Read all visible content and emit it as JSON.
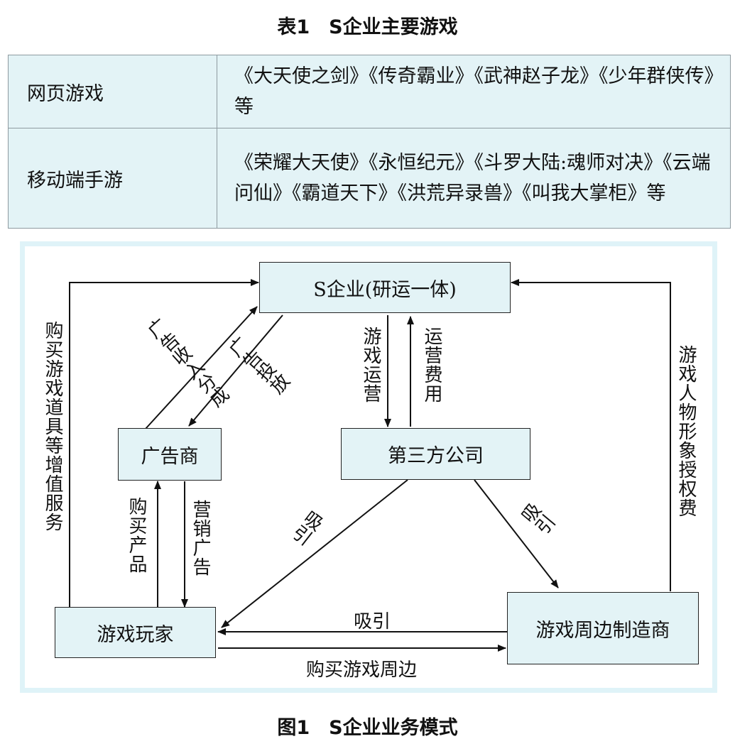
{
  "table": {
    "caption": "表1　S企业主要游戏",
    "rows": [
      {
        "category": "网页游戏",
        "games": "《大天使之剑》《传奇霸业》《武神赵子龙》《少年群侠传》等"
      },
      {
        "category": "移动端手游",
        "games": "《荣耀大天使》《永恒纪元》《斗罗大陆:魂师对决》《云端问仙》《霸道天下》《洪荒异录兽》《叫我大掌柜》等"
      }
    ]
  },
  "figure": {
    "caption": "图1　S企业业务模式",
    "nodes": {
      "enterprise": "S企业(研运一体)",
      "advertiser": "广告商",
      "third_party": "第三方公司",
      "player": "游戏玩家",
      "merch_maker": "游戏周边制造商"
    },
    "edges": {
      "ad_revenue_share": "广告收入分成",
      "ad_placement": "广告投放",
      "game_operation": "游戏运营",
      "operation_fee": "运营费用",
      "buy_items": "购买游戏道具等增值服务",
      "license_fee": "游戏人物形象授权费",
      "buy_product": "购买产品",
      "marketing_ads": "营销广告",
      "attract_player": "吸引",
      "attract_merch": "吸引",
      "attract_merch_to_player": "吸引",
      "buy_merch": "购买游戏周边"
    }
  }
}
